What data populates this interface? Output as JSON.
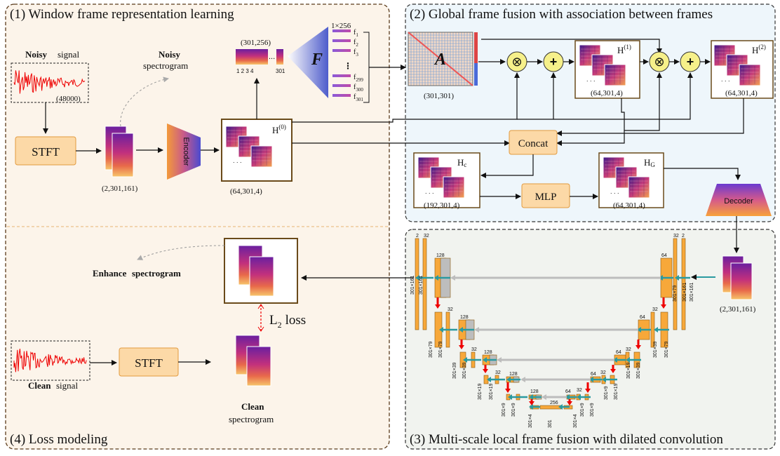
{
  "panels": {
    "p1": "(1) Window frame representation learning",
    "p2": "(2) Global frame fusion with association between frames",
    "p3": "(3) Multi-scale local frame fusion with dilated convolution",
    "p4": "(4) Loss modeling"
  },
  "p1": {
    "noisy_word": "Noisy",
    "signal_word": "signal",
    "len": "(48000)",
    "stft": "STFT",
    "spec_dim": "(2,301,161)",
    "noisy_spec_word": "Noisy",
    "spectrogram_word": "spectrogram",
    "encoder": "Encoder",
    "h0_dim": "(64,301,4)",
    "f_dim": "(301,256)",
    "f_ticks": "1  2  3  4",
    "f_last": "301",
    "f_letter": "F",
    "row_dim": "1×256",
    "f_items": [
      "f",
      "f",
      "f",
      "f",
      "f",
      "f"
    ],
    "f_subs": [
      "1",
      "2",
      "3",
      "299",
      "300",
      "301"
    ]
  },
  "p2": {
    "a_letter": "A",
    "a_dim": "(301,301)",
    "h1_dim": "(64,301,4)",
    "h2_dim": "(64,301,4)",
    "concat": "Concat",
    "hc_dim": "(192,301,4)",
    "mlp": "MLP",
    "hg_dim": "(64,301,4)",
    "decoder": "Decoder",
    "hc_c": "c",
    "hg_g": "G"
  },
  "p3": {
    "in_dim": "(2,301,161)"
  },
  "p4": {
    "enhance_word": "Enhance",
    "spectrogram_word": "spectrogram",
    "loss": "L",
    "loss_sub": "2",
    "loss_word": "loss",
    "clean_word": "Clean",
    "signal_word": "signal",
    "stft": "STFT",
    "clean_spec_word": "Clean",
    "clean_spectrogram": "spectrogram"
  },
  "colors": {
    "noisy": "#1f3f8a",
    "enhance": "#7a2a96",
    "clean": "#1b6fc0",
    "box": "#fcd9a7",
    "node": "#f6f08a"
  }
}
